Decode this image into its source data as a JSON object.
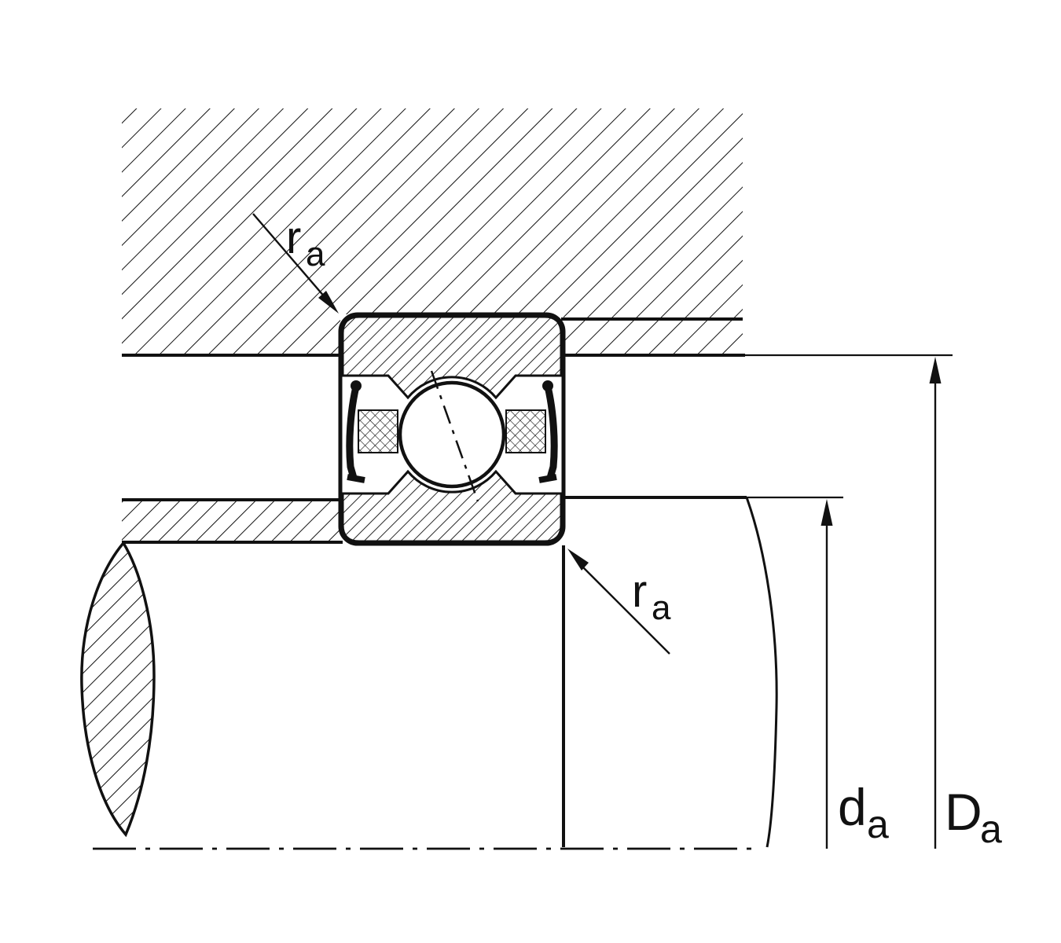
{
  "labels": {
    "fillet_top": {
      "main": "r",
      "sub": "a"
    },
    "fillet_bottom": {
      "main": "r",
      "sub": "a"
    },
    "shaft_abutment_diameter": {
      "main": "d",
      "sub": "a"
    },
    "housing_abutment_diameter": {
      "main": "D",
      "sub": "a"
    }
  },
  "colors": {
    "ink": "#111111",
    "background": "#ffffff"
  }
}
